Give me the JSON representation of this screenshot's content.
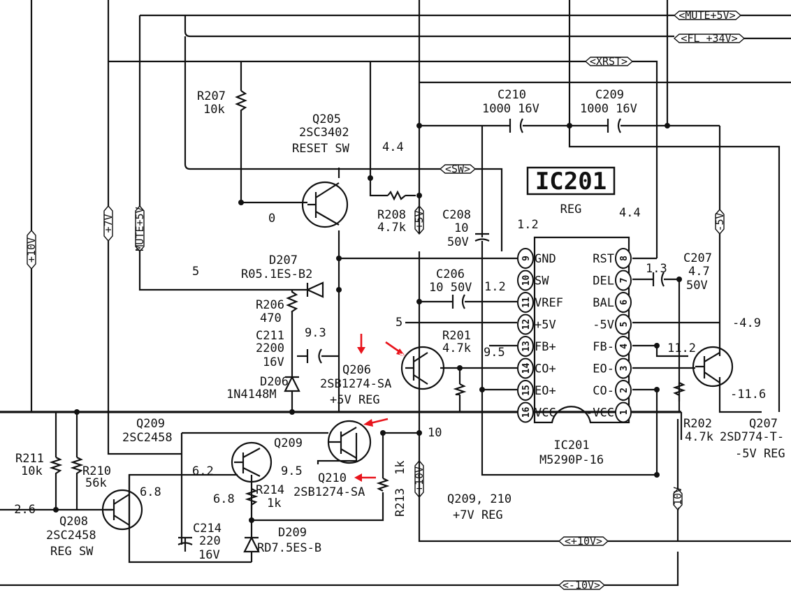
{
  "colors": {
    "ink": "#111111",
    "paper": "#ffffff",
    "annotation": "#e8141c"
  },
  "buses": {
    "mute5v": "<MUTE+5V>",
    "fl34v": "<FL +34V>",
    "xrst": "<XRST>",
    "sw": "<SW>",
    "plus10v_top": "+10V",
    "plus7v": "+7V",
    "mute5v_vertical": "MUTE+5V",
    "plus5v": "+5V",
    "minus5v": "-5V",
    "plus10v_mid": "+10V",
    "minus10v_right": "-10V",
    "plus10v_bottom": "<+10V>",
    "minus10v_bottom": "<-10V>"
  },
  "ic": {
    "ref_box": "IC201",
    "function": "REG",
    "ref_bottom": "IC201",
    "part": "M5290P-16",
    "left_pins": [
      {
        "num": "9",
        "name": "GND"
      },
      {
        "num": "10",
        "name": "SW"
      },
      {
        "num": "11",
        "name": "VREF"
      },
      {
        "num": "12",
        "name": "+5V"
      },
      {
        "num": "13",
        "name": "FB+"
      },
      {
        "num": "14",
        "name": "CO+"
      },
      {
        "num": "15",
        "name": "EO+"
      },
      {
        "num": "16",
        "name": "VCC"
      }
    ],
    "right_pins": [
      {
        "num": "8",
        "name": "RST"
      },
      {
        "num": "7",
        "name": "DEL"
      },
      {
        "num": "6",
        "name": "BAL"
      },
      {
        "num": "5",
        "name": "-5V"
      },
      {
        "num": "4",
        "name": "FB-"
      },
      {
        "num": "3",
        "name": "EO-"
      },
      {
        "num": "2",
        "name": "CO-"
      },
      {
        "num": "1",
        "name": "-VCC"
      }
    ]
  },
  "components": {
    "r207": {
      "ref": "R207",
      "value": "10k"
    },
    "q205": {
      "ref": "Q205",
      "part": "2SC3402",
      "role": "RESET SW"
    },
    "c210": {
      "ref": "C210",
      "value": "1000 16V"
    },
    "c209": {
      "ref": "C209",
      "value": "1000 16V"
    },
    "r208": {
      "ref": "R208",
      "value": "4.7k"
    },
    "c208": {
      "ref": "C208",
      "value": "10",
      "rating": "50V"
    },
    "d207": {
      "ref": "D207",
      "part": "R05.1ES-B2"
    },
    "r206": {
      "ref": "R206",
      "value": "470"
    },
    "c206": {
      "ref": "C206",
      "value": "10 50V"
    },
    "c211": {
      "ref": "C211",
      "value": "2200",
      "rating": "16V"
    },
    "d206": {
      "ref": "D206",
      "part": "1N4148M"
    },
    "q206": {
      "ref": "Q206",
      "part": "2SB1274-SA",
      "role": "+5V REG"
    },
    "r201": {
      "ref": "R201",
      "value": "4.7k"
    },
    "c207": {
      "ref": "C207",
      "value": "4.7",
      "rating": "50V"
    },
    "q209_left": {
      "ref": "Q209",
      "part": "2SC2458"
    },
    "q209_mid": {
      "ref": "Q209"
    },
    "r211": {
      "ref": "R211",
      "value": "10k"
    },
    "r210": {
      "ref": "R210",
      "value": "56k"
    },
    "r214": {
      "ref": "R214",
      "value": "1k"
    },
    "q210": {
      "ref": "Q210",
      "part": "2SB1274-SA"
    },
    "r213": {
      "ref": "R213",
      "value": "1k"
    },
    "q208": {
      "ref": "Q208",
      "part": "2SC2458",
      "role": "REG SW"
    },
    "c214": {
      "ref": "C214",
      "value": "220",
      "rating": "16V"
    },
    "d209": {
      "ref": "D209",
      "part": "RD7.5ES-B"
    },
    "q209_210": {
      "ref": "Q209, 210",
      "role": "+7V REG"
    },
    "r202": {
      "ref": "R202",
      "value": "4.7k"
    },
    "q207": {
      "ref": "Q207",
      "part": "2SD774-T-",
      "role": "-5V REG"
    }
  },
  "voltages": {
    "q205_base": "0",
    "q205_emitter": "4.4",
    "vref": "1.2",
    "sw_pin": "1.2",
    "d207_node": "5",
    "r206_node": "9.3",
    "pin12": "5",
    "fb_plus": "9.5",
    "rst_node": "4.4",
    "del_node": "1.3",
    "minus5v_node": "-4.9",
    "fb_minus": "11.2",
    "minus11_6": "-11.6",
    "q210_collector": "10",
    "q209_mid_base": "9.5",
    "q209_left_node": "6.2",
    "q208_node": "6.8",
    "r214_node": "6.8",
    "input_node": "-2.6"
  }
}
